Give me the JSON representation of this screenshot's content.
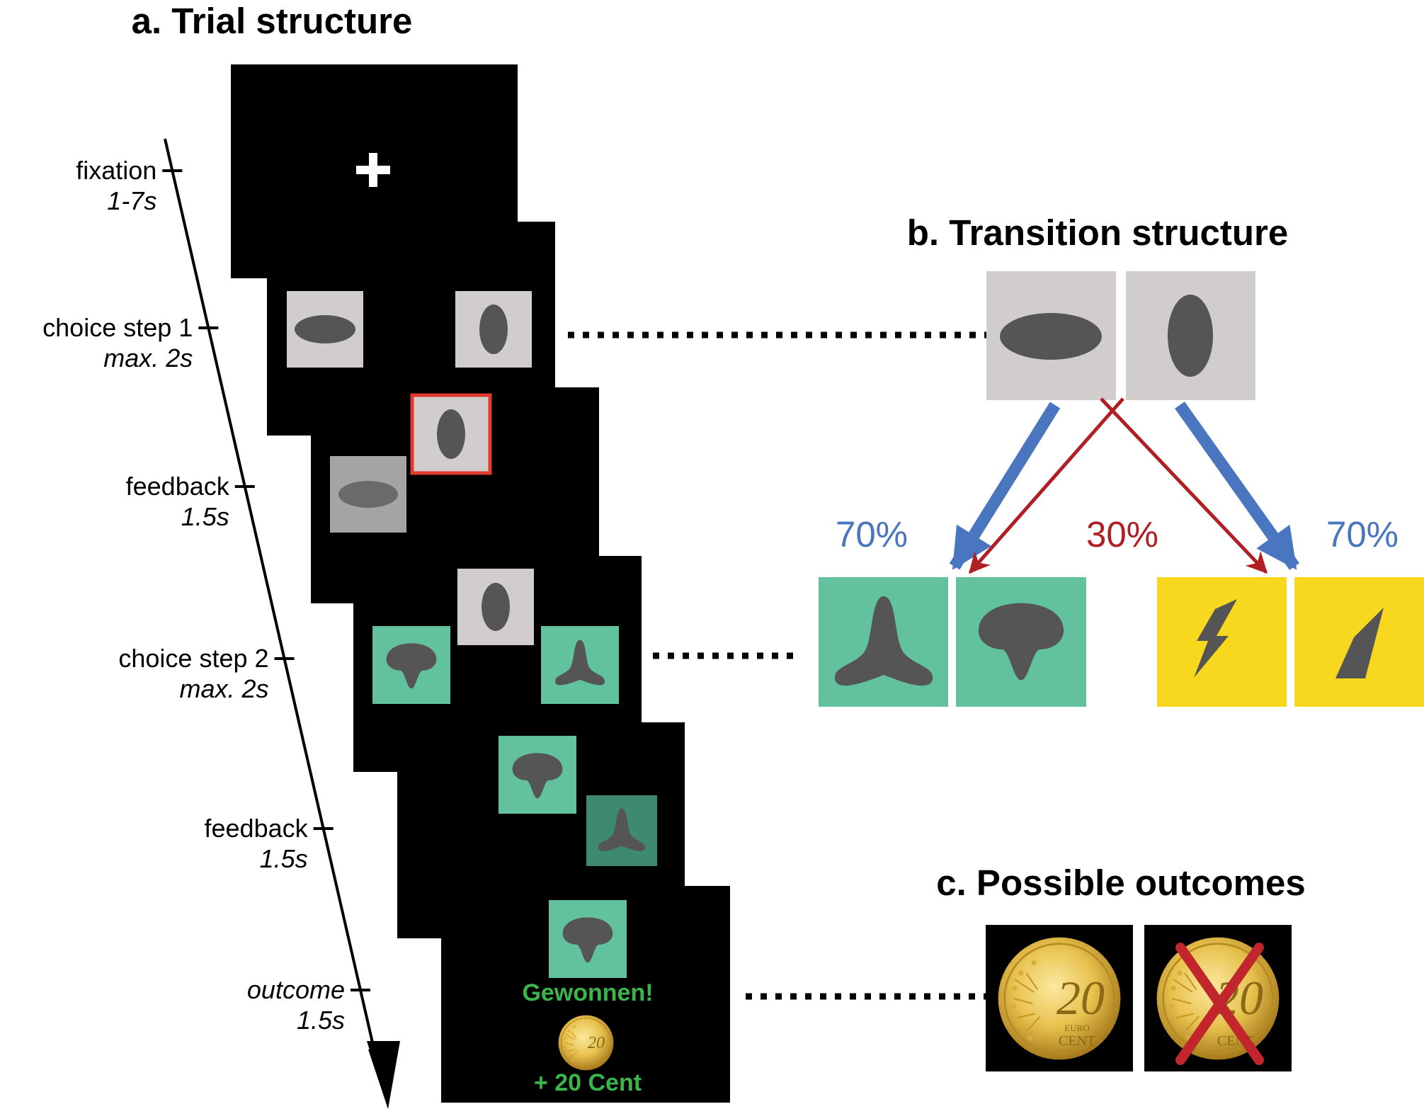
{
  "panels": {
    "a": {
      "title": "a. Trial structure"
    },
    "b": {
      "title": "b. Transition structure"
    },
    "c": {
      "title": "c. Possible outcomes"
    }
  },
  "timeline": [
    {
      "label": "fixation",
      "duration": "1-7s",
      "italic_label": false
    },
    {
      "label": "choice step 1",
      "duration": "max. 2s",
      "italic_label": false
    },
    {
      "label": "feedback",
      "duration": "1.5s",
      "italic_label": false
    },
    {
      "label": "choice step 2",
      "duration": "max. 2s",
      "italic_label": false
    },
    {
      "label": "feedback",
      "duration": "1.5s",
      "italic_label": false
    },
    {
      "label": "outcome",
      "duration": "1.5s",
      "italic_label": true
    }
  ],
  "transitions": {
    "common_left": "70%",
    "rare": "30%",
    "common_right": "70%"
  },
  "outcome_screen": {
    "message": "Gewonnen!",
    "reward": "+ 20 Cent"
  },
  "coin": {
    "value": "20",
    "line1": "EURO",
    "line2": "CENT"
  },
  "colors": {
    "screen": "#000000",
    "stim_bg_grey": "#d1cdcd",
    "shape_dark": "#555555",
    "green_state": "#62c29e",
    "yellow_state": "#f7d81e",
    "common_arrow": "#4a76bf",
    "rare_arrow": "#b01f24",
    "selection_frame": "#e03a31",
    "win_text": "#3ab54a"
  }
}
